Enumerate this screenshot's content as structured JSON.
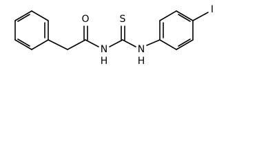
{
  "molecule": {
    "atoms": {
      "oxygen": "O",
      "sulfur": "S",
      "nitrogen_amide": "N",
      "hydrogen_amide": "H",
      "nitrogen_aryl": "N",
      "hydrogen_aryl": "H",
      "iodine": "I"
    }
  },
  "colors": {
    "bond": "#000000",
    "label": "#000000",
    "background": "#ffffff"
  }
}
